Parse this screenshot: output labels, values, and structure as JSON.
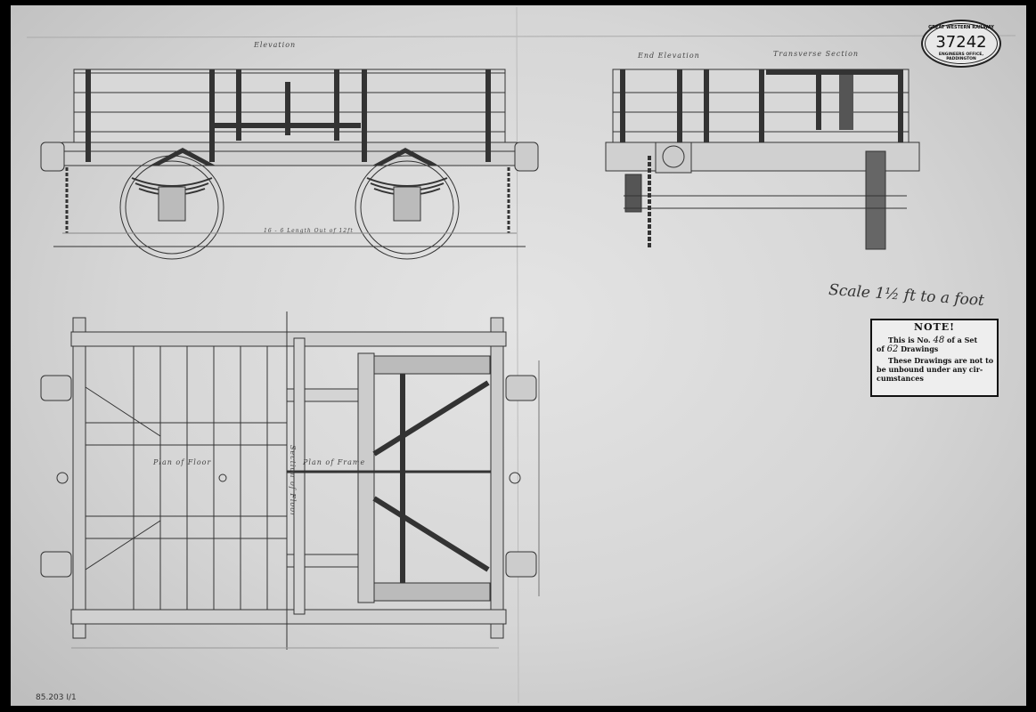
{
  "drawing": {
    "labels": {
      "elevation": "Elevation",
      "end_elevation": "End Elevation",
      "transverse_section": "Transverse Section",
      "plan_of_floor": "Plan of Floor",
      "plan_of_frame": "Plan of Frame",
      "section_of_floor": "Section of Floor",
      "length_note": "16 - 6 Length Out of 12ft"
    },
    "scale_note": "Scale 1½ ft to a foot",
    "reference": "85.203 I/1"
  },
  "stamp": {
    "top_text": "GREAT WESTERN RAILWAY",
    "number": "37242",
    "bottom_text": "ENGINEERS OFFICE, PADDINGTON"
  },
  "note": {
    "heading": "NOTE!",
    "line1_pre": "This is No.",
    "drawing_no": "48",
    "line1_post": "of a Set",
    "line2_pre": "of",
    "set_total": "62",
    "line2_post": "Drawings",
    "line3": "These Drawings are not to",
    "line4": "be unbound under any cir-",
    "line5": "cumstances"
  }
}
